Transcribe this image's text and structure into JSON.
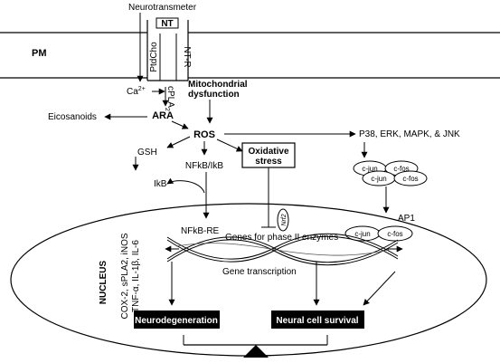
{
  "labels": {
    "neurotransmitter": "Neurotransmeter",
    "nt": "NT",
    "pm": "PM",
    "ptdcho": "PtdCho",
    "ntr": "NT-R",
    "ca_base": "Ca",
    "ca_sup": "2+",
    "cpla2_base": "cPLA",
    "cpla2_sub": "2",
    "mito_line1": "Mitochondrial",
    "mito_line2": "dysfunction",
    "ara": "ARA",
    "eicosanoids": "Eicosanoids",
    "ros": "ROS",
    "gsh": "GSH",
    "kinases": "P38, ERK, MAPK, & JNK",
    "ox_line1": "Oxidative",
    "ox_line2": "stress",
    "nfkb": "NFkB/IkB",
    "ikb": "IkB",
    "cjun": "c-jun",
    "cfos": "c-fos",
    "nrf2": "Nrf2",
    "ap1": "AP1",
    "nfkb_re": "NFkB-RE",
    "genes_phase2": "Genes for phase II enzymes",
    "gene_transcription": "Gene transcription",
    "nucleus": "NUCLEUS",
    "genes_line1": "COX-2, sPLA2, iNOS",
    "genes_line2": "TNF-α, IL-1β, IL-6",
    "neurodegeneration": "Neurodegeneration",
    "survival": "Neural cell survival"
  }
}
